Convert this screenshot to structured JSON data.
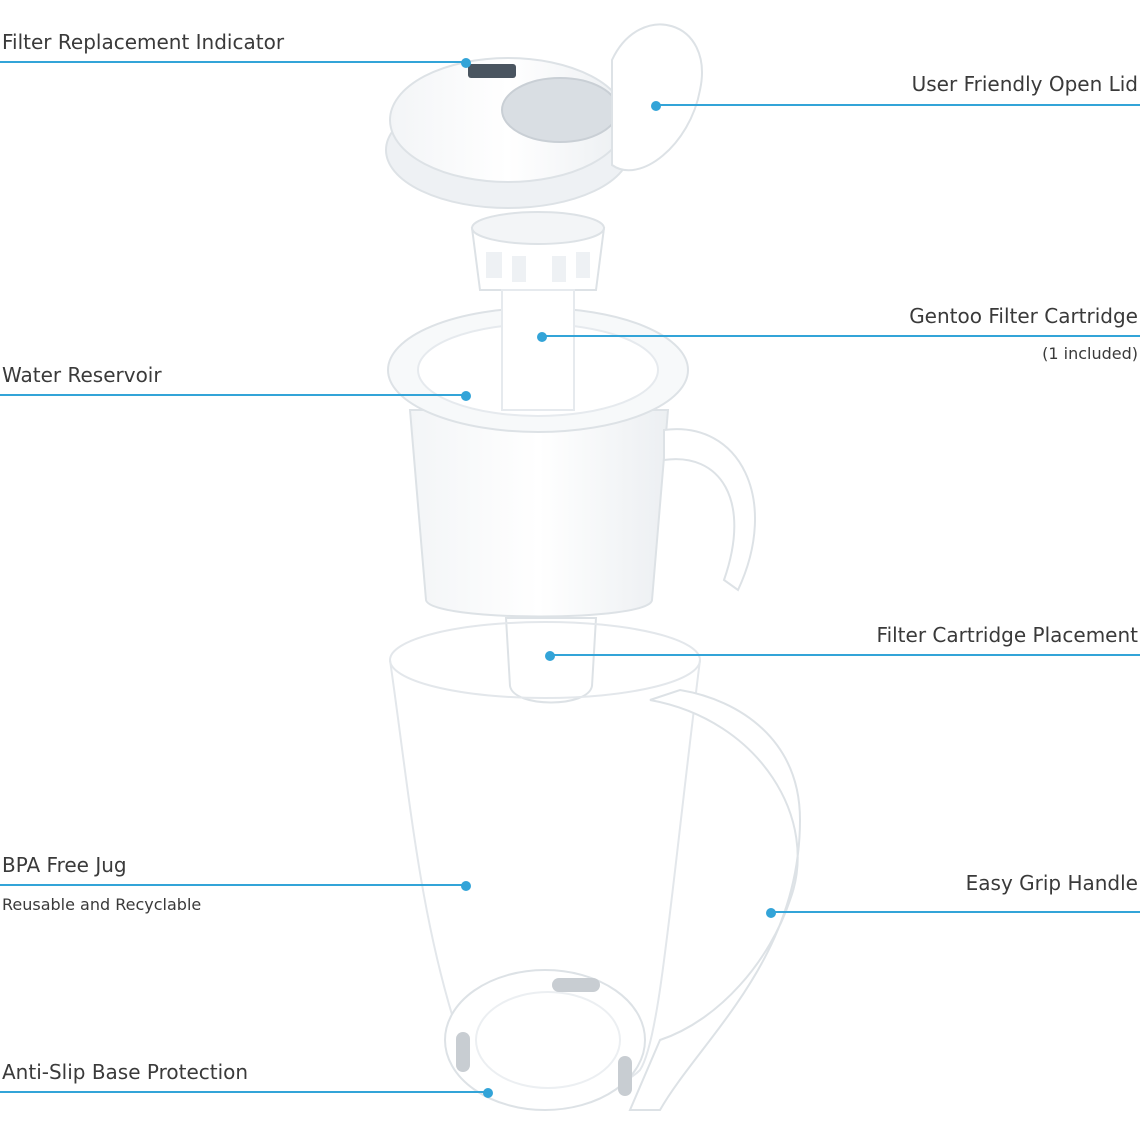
{
  "colors": {
    "accent": "#33a4d8",
    "text": "#3a3a3a",
    "product": "#ffffff",
    "product_shadow": "#dde2e6"
  },
  "callouts": {
    "filter_indicator": {
      "label": "Filter Replacement Indicator"
    },
    "open_lid": {
      "label": "User Friendly Open Lid"
    },
    "filter_cartridge": {
      "label": "Gentoo Filter Cartridge",
      "sublabel": "(1 included)"
    },
    "water_reservoir": {
      "label": "Water Reservoir"
    },
    "cartridge_placement": {
      "label": "Filter Cartridge Placement"
    },
    "bpa_free_jug": {
      "label": "BPA Free Jug",
      "sublabel": "Reusable and Recyclable"
    },
    "easy_grip": {
      "label": "Easy Grip Handle"
    },
    "anti_slip": {
      "label": "Anti-Slip Base Protection"
    }
  }
}
